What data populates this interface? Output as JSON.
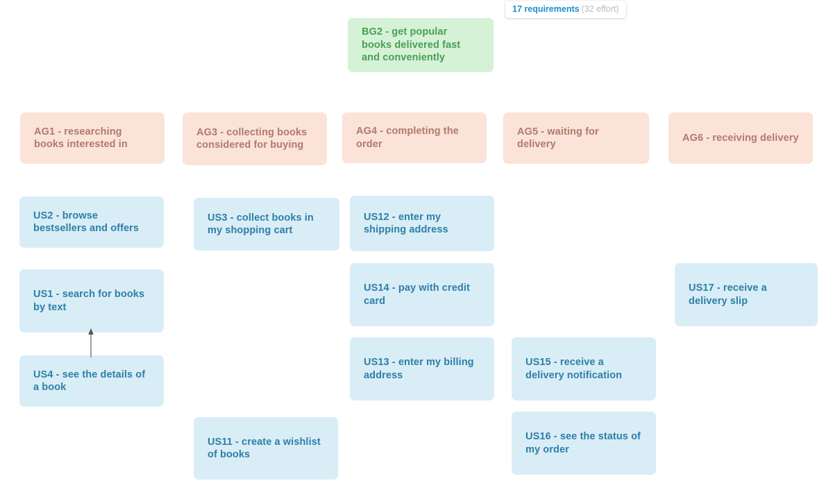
{
  "badge": {
    "count_label": "17 requirements",
    "effort_label": "(32 effort)"
  },
  "colors": {
    "goal_bg": "#d5f2d6",
    "goal_text": "#4a9e55",
    "activity_bg": "#fbe3d8",
    "activity_text": "#b07a6c",
    "story_bg": "#d9edf6",
    "story_text": "#2d7fa8",
    "badge_count": "#1f8ecd",
    "badge_effort": "#b7bcc2",
    "connector": "#6e6e6e",
    "canvas_bg": "#ffffff"
  },
  "goals": [
    {
      "id": "BG2",
      "label": "BG2 - get popular books delivered fast and conveniently"
    }
  ],
  "activities": [
    {
      "id": "AG1",
      "label": "AG1 - researching books interested in"
    },
    {
      "id": "AG3",
      "label": "AG3 - collecting books considered for buying"
    },
    {
      "id": "AG4",
      "label": "AG4 - completing the order"
    },
    {
      "id": "AG5",
      "label": "AG5 - waiting for delivery"
    },
    {
      "id": "AG6",
      "label": "AG6 - receiving delivery"
    }
  ],
  "stories": [
    {
      "id": "US2",
      "label": "US2 - browse bestsellers and offers"
    },
    {
      "id": "US1",
      "label": "US1 - search for books by text"
    },
    {
      "id": "US4",
      "label": "US4 - see the details of a book"
    },
    {
      "id": "US3",
      "label": "US3 - collect books in my shopping cart"
    },
    {
      "id": "US11",
      "label": "US11 - create a wishlist of books"
    },
    {
      "id": "US12",
      "label": "US12 - enter my shipping address"
    },
    {
      "id": "US14",
      "label": "US14 - pay with credit card"
    },
    {
      "id": "US13",
      "label": "US13 - enter my billing address"
    },
    {
      "id": "US15",
      "label": "US15 - receive a delivery notification"
    },
    {
      "id": "US16",
      "label": "US16 - see the status of my order"
    },
    {
      "id": "US17",
      "label": "US17 - receive a delivery slip"
    }
  ],
  "connectors": [
    {
      "from": "US4",
      "to": "US1",
      "direction": "up"
    }
  ]
}
